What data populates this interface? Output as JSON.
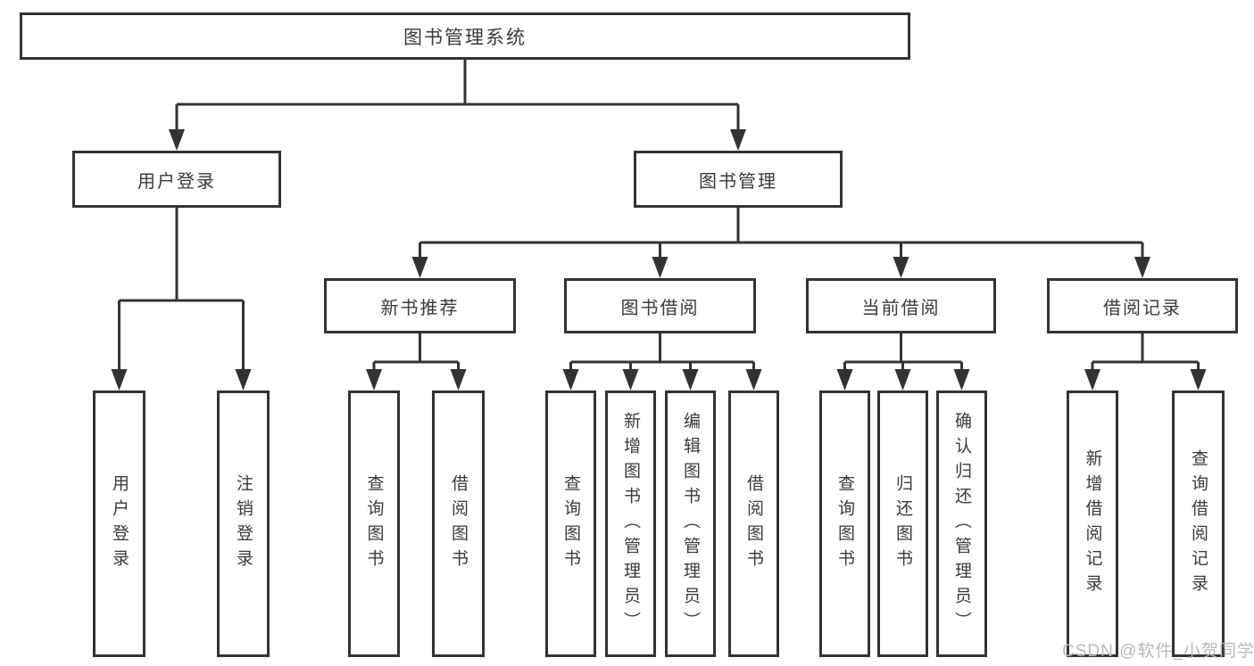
{
  "root": {
    "label": "图书管理系统"
  },
  "user_login": {
    "label": "用户登录",
    "children": [
      {
        "label": "用户登录"
      },
      {
        "label": "注销登录"
      }
    ]
  },
  "book_management": {
    "label": "图书管理",
    "sections": [
      {
        "label": "新书推荐",
        "children": [
          {
            "label": "查询图书"
          },
          {
            "label": "借阅图书"
          }
        ]
      },
      {
        "label": "图书借阅",
        "children": [
          {
            "label": "查询图书"
          },
          {
            "label": "新增图书（管理员）"
          },
          {
            "label": "编辑图书（管理员）"
          },
          {
            "label": "借阅图书"
          }
        ]
      },
      {
        "label": "当前借阅",
        "children": [
          {
            "label": "查询图书"
          },
          {
            "label": "归还图书"
          },
          {
            "label": "确认归还（管理员）"
          }
        ]
      },
      {
        "label": "借阅记录",
        "children": [
          {
            "label": "新增借阅记录"
          },
          {
            "label": "查询借阅记录"
          }
        ]
      }
    ]
  },
  "watermark": {
    "text": "CSDN @软件_小贺同学"
  },
  "colors": {
    "line": "#333333",
    "text": "#3a3a3a",
    "box_background": "#ffffff",
    "page_background": "#ffffff",
    "watermark": "#b8b8b8"
  }
}
